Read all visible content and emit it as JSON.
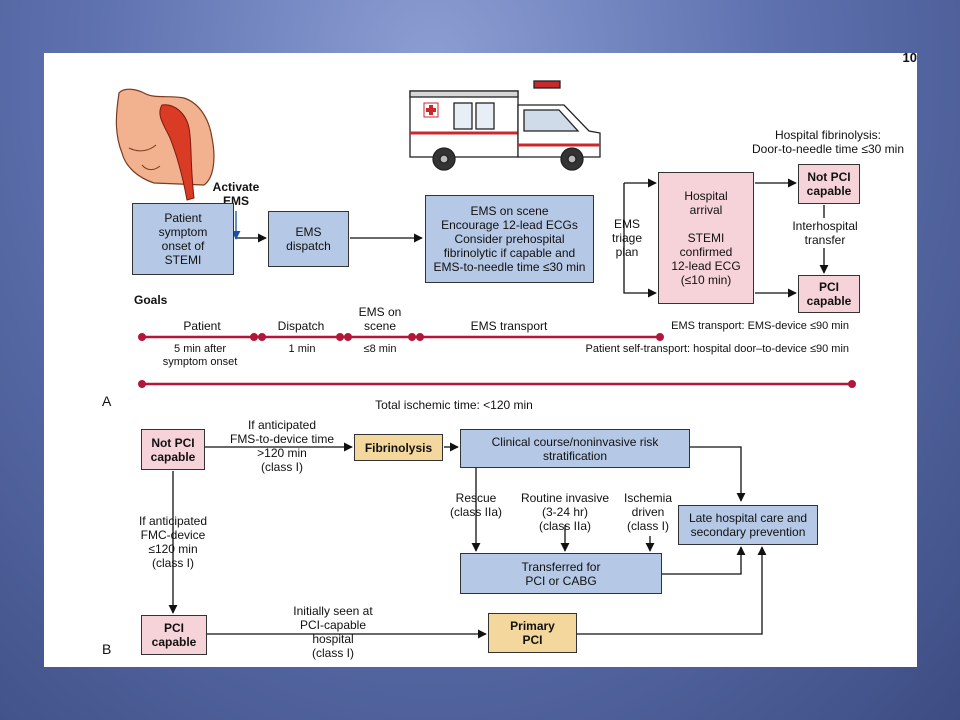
{
  "page_number": "10",
  "panel_a": {
    "letter": "A",
    "activate_ems": "Activate\nEMS",
    "patient_onset": "Patient\nsymptom\nonset of\nSTEMI",
    "ems_dispatch": "EMS\ndispatch",
    "ems_on_scene_box": "EMS on scene\nEncourage 12-lead ECGs\nConsider prehospital\nfibrinolytic if capable and\nEMS-to-needle time ≤30 min",
    "ems_triage_plan": "EMS\ntriage\nplan",
    "hospital_arrival": "Hospital\narrival\n\nSTEMI\nconfirmed\n12-lead ECG\n(≤10 min)",
    "hospital_fibrinolysis": "Hospital fibrinolysis:\nDoor-to-needle time ≤30 min",
    "not_pci_capable": "Not PCI\ncapable",
    "interhospital_transfer": "Interhospital\ntransfer",
    "pci_capable": "PCI\ncapable",
    "goals": "Goals",
    "timeline_patient": "Patient",
    "timeline_dispatch": "Dispatch",
    "timeline_ems_on_scene": "EMS on\nscene",
    "timeline_ems_transport": "EMS transport",
    "sub_patient": "5 min after\nsymptom onset",
    "sub_dispatch": "1 min",
    "sub_scene": "≤8 min",
    "ems_transport_goal": "EMS transport: EMS-device ≤90 min",
    "self_transport_goal": "Patient self-transport: hospital door–to-device ≤90 min",
    "total_ischemic_time": "Total ischemic time: <120 min"
  },
  "panel_b": {
    "letter": "B",
    "not_pci_capable": "Not PCI\ncapable",
    "if_fmc_120": "If anticipated\nFMS-to-device time\n>120 min\n(class I)",
    "fibrinolysis": "Fibrinolysis",
    "clinical_course": "Clinical course/noninvasive risk\nstratification",
    "rescue": "Rescue\n(class IIa)",
    "routine_invasive": "Routine invasive\n(3-24 hr)\n(class IIa)",
    "ischemia_driven": "Ischemia\ndriven\n(class I)",
    "late_care": "Late hospital care and\nsecondary prevention",
    "transferred": "Transferred for\nPCI or CABG",
    "if_fmc_le120": "If anticipated\nFMC-device\n≤120 min\n(class I)",
    "pci_capable": "PCI\ncapable",
    "initially_seen": "Initially seen at\nPCI-capable\nhospital\n(class I)",
    "primary_pci": "Primary\nPCI"
  },
  "colors": {
    "box_blue": "#b5c8e5",
    "box_pink": "#f6d3d8",
    "box_yellow": "#f4d79c",
    "timeline_red": "#b3163a",
    "background_blue": "#5f72b0"
  },
  "illustrations": [
    "patient-chest-pain-illustration",
    "ambulance-illustration"
  ]
}
